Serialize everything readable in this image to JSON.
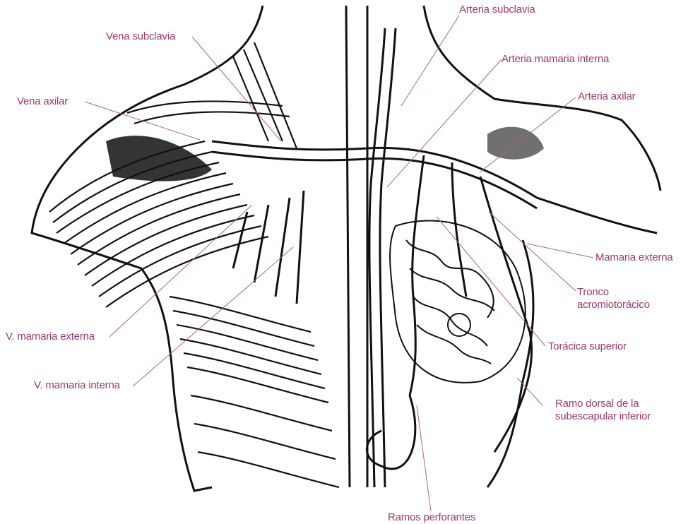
{
  "labels": {
    "arteria_subclavia": "Arteria  subclavia",
    "vena_subclavia": "Vena  subclavia",
    "arteria_mamaria_interna": "Arteria mamaria interna",
    "vena_axilar": "Vena  axilar",
    "arteria_axilar": "Arteria axilar",
    "mamaria_externa": "Mamaria externa",
    "tronco": "Tronco\nacromiotorácico",
    "v_mamaria_externa": "V. mamaria externa",
    "toracica_superior": "Torácica superior",
    "v_mamaria_interna": "V. mamaria interna",
    "ramo_dorsal": "Ramo dorsal de la\nsubescapular inferior",
    "ramos_perforantes": "Ramos perforantes"
  },
  "colors": {
    "label_text": "#9b3a6c",
    "leader_line": "#b06088",
    "ink": "#111111",
    "background": "#ffffff"
  }
}
